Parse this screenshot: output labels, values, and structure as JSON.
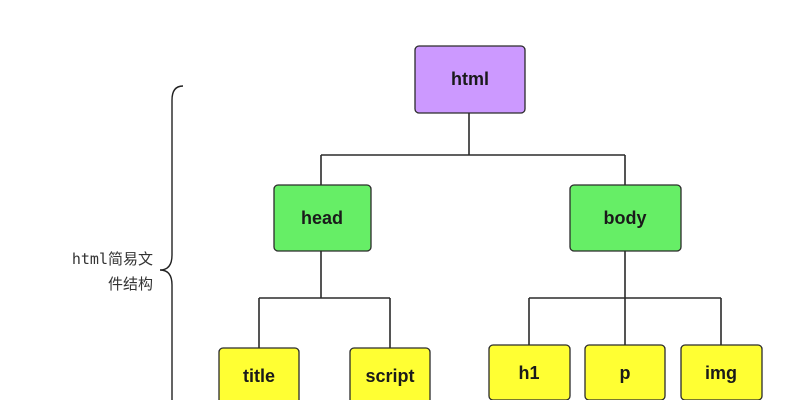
{
  "annotation": {
    "lines": [
      "html简易文",
      "件结构"
    ]
  },
  "nodes": {
    "html": {
      "label": "html",
      "color": "#cc99ff"
    },
    "head": {
      "label": "head",
      "color": "#66ee66"
    },
    "body": {
      "label": "body",
      "color": "#66ee66"
    },
    "title": {
      "label": "title",
      "color": "#ffff33"
    },
    "script": {
      "label": "script",
      "color": "#ffff33"
    },
    "h1": {
      "label": "h1",
      "color": "#ffff33"
    },
    "p": {
      "label": "p",
      "color": "#ffff33"
    },
    "img": {
      "label": "img",
      "color": "#ffff33"
    }
  },
  "edges": [
    [
      "html",
      "head"
    ],
    [
      "html",
      "body"
    ],
    [
      "head",
      "title"
    ],
    [
      "head",
      "script"
    ],
    [
      "body",
      "h1"
    ],
    [
      "body",
      "p"
    ],
    [
      "body",
      "img"
    ]
  ]
}
